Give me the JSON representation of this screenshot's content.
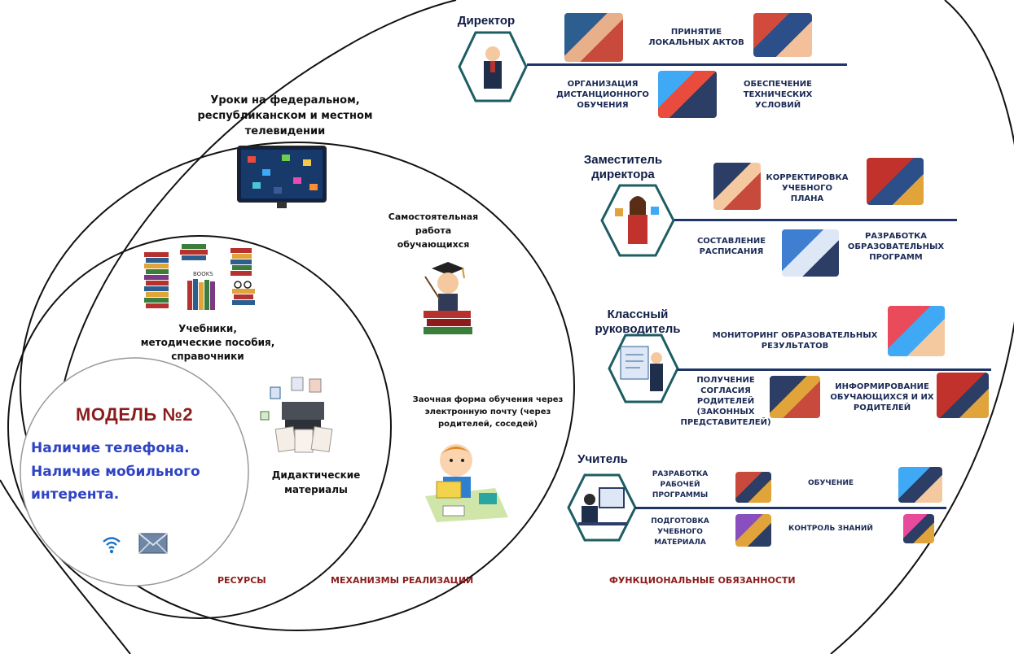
{
  "rings": {
    "resources_label": "РЕСУРСЫ",
    "mechanisms_label": "МЕХАНИЗМЫ РЕАЛИЗАЦИИ",
    "duties_label": "ФУНКЦИОНАЛЬНЫЕ ОБЯЗАННОСТИ"
  },
  "model": {
    "title": "МОДЕЛЬ №2",
    "line1": "Наличие телефона.",
    "line2": "Наличие мобильного",
    "line3": "интерента."
  },
  "resources": {
    "textbooks_l1": "Учебники,",
    "textbooks_l2": "методические пособия,",
    "textbooks_l3": "справочники",
    "didactic_l1": "Дидактические",
    "didactic_l2": "материалы"
  },
  "mechanisms": {
    "tv_l1": "Уроки на федеральном,",
    "tv_l2": "республиканском и местном",
    "tv_l3": "телевидении",
    "self_l1": "Самостоятельная",
    "self_l2": "работа",
    "self_l3": "обучающихся",
    "mail_l1": "Заочная форма обучения через",
    "mail_l2": "электронную почту (через",
    "mail_l3": "родителей, соседей)"
  },
  "duties": {
    "director": {
      "role": "Директор",
      "t1_l1": "ПРИНЯТИЕ",
      "t1_l2": "ЛОКАЛЬНЫХ АКТОВ",
      "t2_l1": "ОРГАНИЗАЦИЯ",
      "t2_l2": "ДИСТАНЦИОННОГО",
      "t2_l3": "ОБУЧЕНИЯ",
      "t3_l1": "ОБЕСПЕЧЕНИЕ",
      "t3_l2": "ТЕХНИЧЕСКИХ",
      "t3_l3": "УСЛОВИЙ"
    },
    "deputy": {
      "role_l1": "Заместитель",
      "role_l2": "директора",
      "t1_l1": "КОРРЕКТИРОВКА",
      "t1_l2": "УЧЕБНОГО",
      "t1_l3": "ПЛАНА",
      "t2_l1": "СОСТАВЛЕНИЕ",
      "t2_l2": "РАСПИСАНИЯ",
      "t3_l1": "РАЗРАБОТКА",
      "t3_l2": "ОБРАЗОВАТЕЛЬНЫХ",
      "t3_l3": "ПРОГРАММ"
    },
    "class_teacher": {
      "role_l1": "Классный",
      "role_l2": "руководитель",
      "t1_l1": "МОНИТОРИНГ ОБРАЗОВАТЕЛЬНЫХ",
      "t1_l2": "РЕЗУЛЬТАТОВ",
      "t2_l1": "ПОЛУЧЕНИЕ",
      "t2_l2": "СОГЛАСИЯ",
      "t2_l3": "РОДИТЕЛЕЙ",
      "t2_l4": "(ЗАКОННЫХ",
      "t2_l5": "ПРЕДСТАВИТЕЛЕЙ)",
      "t3_l1": "ИНФОРМИРОВАНИЕ",
      "t3_l2": "ОБУЧАЮЩИХСЯ И ИХ",
      "t3_l3": "РОДИТЕЛЕЙ"
    },
    "teacher": {
      "role": "Учитель",
      "t1_l1": "РАЗРАБОТКА",
      "t1_l2": "РАБОЧЕЙ",
      "t1_l3": "ПРОГРАММЫ",
      "t2_l1": "ОБУЧЕНИЕ",
      "t3_l1": "ПОДГОТОВКА",
      "t3_l2": "УЧЕБНОГО",
      "t3_l3": "МАТЕРИАЛА",
      "t4_l1": "КОНТРОЛЬ ЗНАНИЙ"
    }
  },
  "misc": {
    "books_label": "BOOKS"
  },
  "colors": {
    "navy": "#1f3566",
    "blue_text": "#2f43c4",
    "dark_red": "#8c1c1c",
    "teal": "#1d5d63"
  },
  "icons": [
    "wifi-icon",
    "envelope-icon",
    "tv-icon",
    "books-icon",
    "scholar-icon",
    "printer-icon",
    "child-reading-icon"
  ]
}
